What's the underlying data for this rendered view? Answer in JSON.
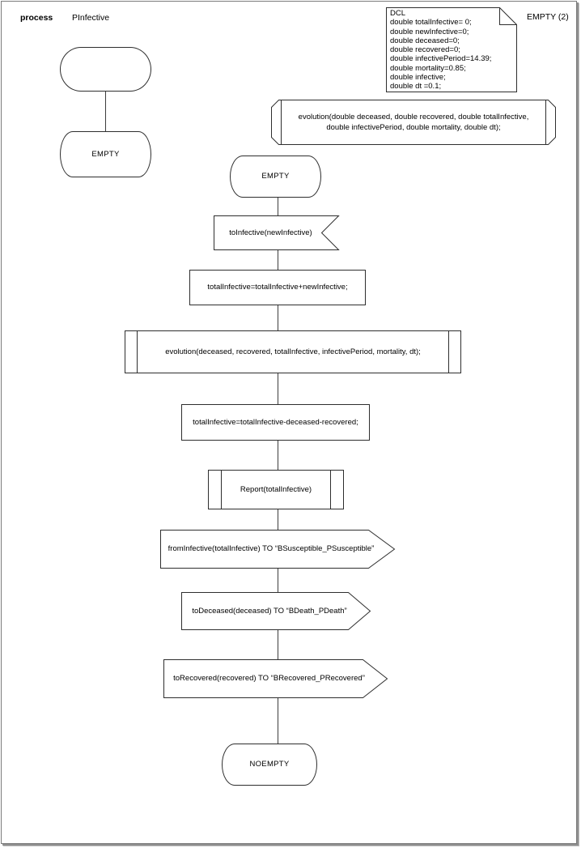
{
  "header": {
    "kind_label": "process",
    "process_name": "PInfective",
    "page_label": "EMPTY (2)"
  },
  "declarations": {
    "lines": [
      "DCL",
      "double totalInfective= 0;",
      "double newInfective=0;",
      "double deceased=0;",
      "double recovered=0;",
      "double infectivePeriod=14.39;",
      "double mortality=0.85;",
      "double infective;",
      "double dt =0.1;"
    ]
  },
  "procedure_declaration": {
    "text": "evolution(double deceased, double recovered, double totalInfective, double infectivePeriod, double mortality, double dt);"
  },
  "left_branch": {
    "start_state_label": "",
    "state_label": "EMPTY"
  },
  "flow": {
    "state_empty": "EMPTY",
    "input_signal": "toInfective(newInfective)",
    "task_add": "totalInfective=totalInfective+newInfective;",
    "call_evolution": "evolution(deceased, recovered, totalInfective, infectivePeriod, mortality, dt);",
    "task_subtract": "totalInfective=totalInfective-deceased-recovered;",
    "call_report": "Report(totalInfective)",
    "output_from_infective": "fromInfective(totalInfective) TO “BSusceptible_PSusceptible”",
    "output_to_deceased": "toDeceased(deceased) TO “BDeath_PDeath”",
    "output_to_recovered": "toRecovered(recovered) TO “BRecovered_PRecovered”",
    "state_noempty": "NOEMPTY"
  },
  "colors": {
    "ink": "#2e2e2e",
    "page_border": "#7b7b7b",
    "background": "#ffffff"
  }
}
